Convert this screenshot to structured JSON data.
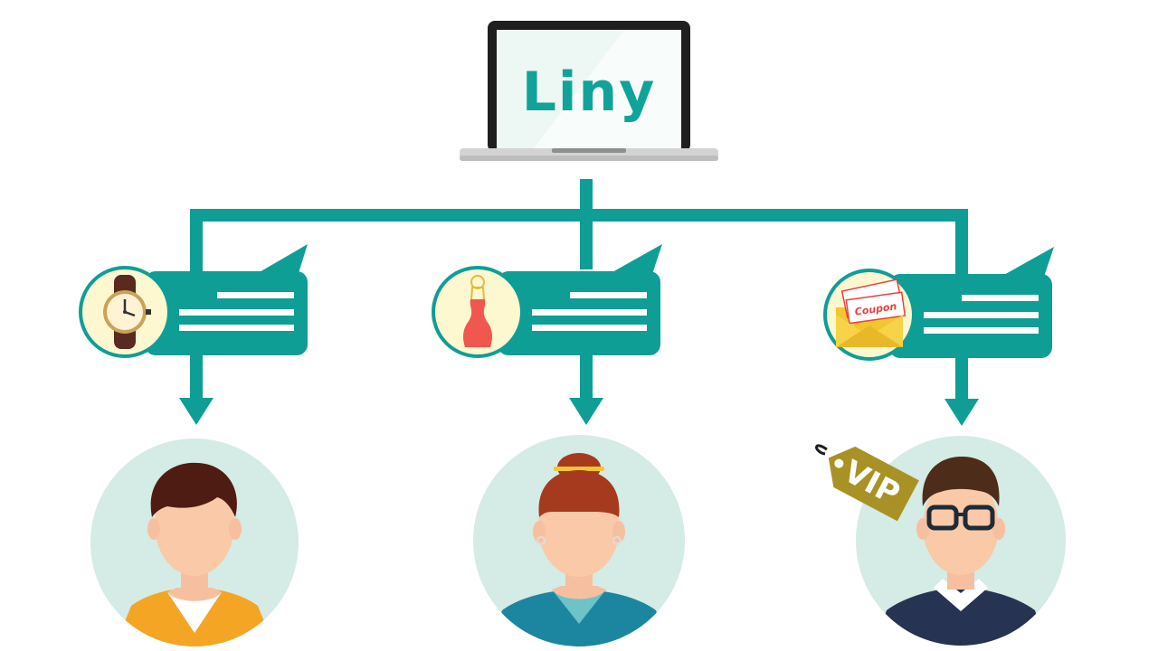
{
  "brand": {
    "logo_text": "Liny"
  },
  "coupon": {
    "label": "Coupon"
  },
  "vip_tag": {
    "label": "VIP"
  },
  "colors": {
    "teal": "#0E9E96",
    "avatar_bg": "#D5EBE5",
    "icon_bg": "#FDF8CF",
    "icon_border": "#0E9E96"
  }
}
